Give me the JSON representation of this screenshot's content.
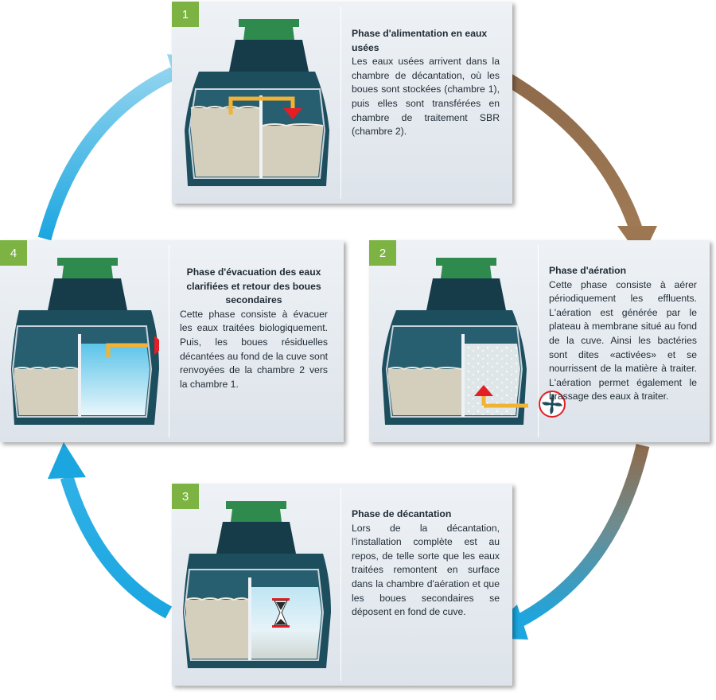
{
  "colors": {
    "badge_green": "#7cb342",
    "tank_body": "#1d4e5d",
    "tank_neck": "#163c49",
    "lid_green": "#2f8a4e",
    "sludge": "#d4cfbc",
    "water_blue": "#8fd6ef",
    "pipe_yellow": "#f2b233",
    "marker_red": "#e31e24",
    "arrow_brown": "#8b6a4a",
    "arrow_blue": "#1ca6e0"
  },
  "icons": [
    "down-triangle-icon",
    "up-triangle-icon",
    "right-triangle-icon",
    "fan-icon",
    "hourglass-icon"
  ],
  "phases": [
    {
      "number": "1",
      "title": "Phase d'alimentation en eaux usées",
      "body": "Les eaux usées arrivent dans la chambre de décantation, où les boues sont stockées (chambre 1), puis elles sont transférées en chambre de traitement SBR (chambre 2)."
    },
    {
      "number": "2",
      "title": "Phase d'aération",
      "body": "Cette phase consiste à aérer périodiquement les effluents. L'aération est générée par le plateau à membrane situé au fond de la cuve. Ainsi les bactéries sont dites «activées» et se nourrissent de la matière à traiter. L'aération permet également le brassage des eaux à traiter."
    },
    {
      "number": "3",
      "title": "Phase de décantation",
      "body": "Lors de la décantation, l'installation complète est au repos, de telle sorte que les eaux traitées remontent en surface dans la chambre d'aération et que les boues secondaires se déposent en fond de cuve."
    },
    {
      "number": "4",
      "title": "Phase d'évacuation des eaux clarifiées et retour des boues secondaires",
      "body": "Cette phase consiste à évacuer les eaux traitées biologiquement. Puis, les boues résiduelles décantées au fond de la cuve sont renvoyées de la chambre 2 vers la chambre 1."
    }
  ]
}
